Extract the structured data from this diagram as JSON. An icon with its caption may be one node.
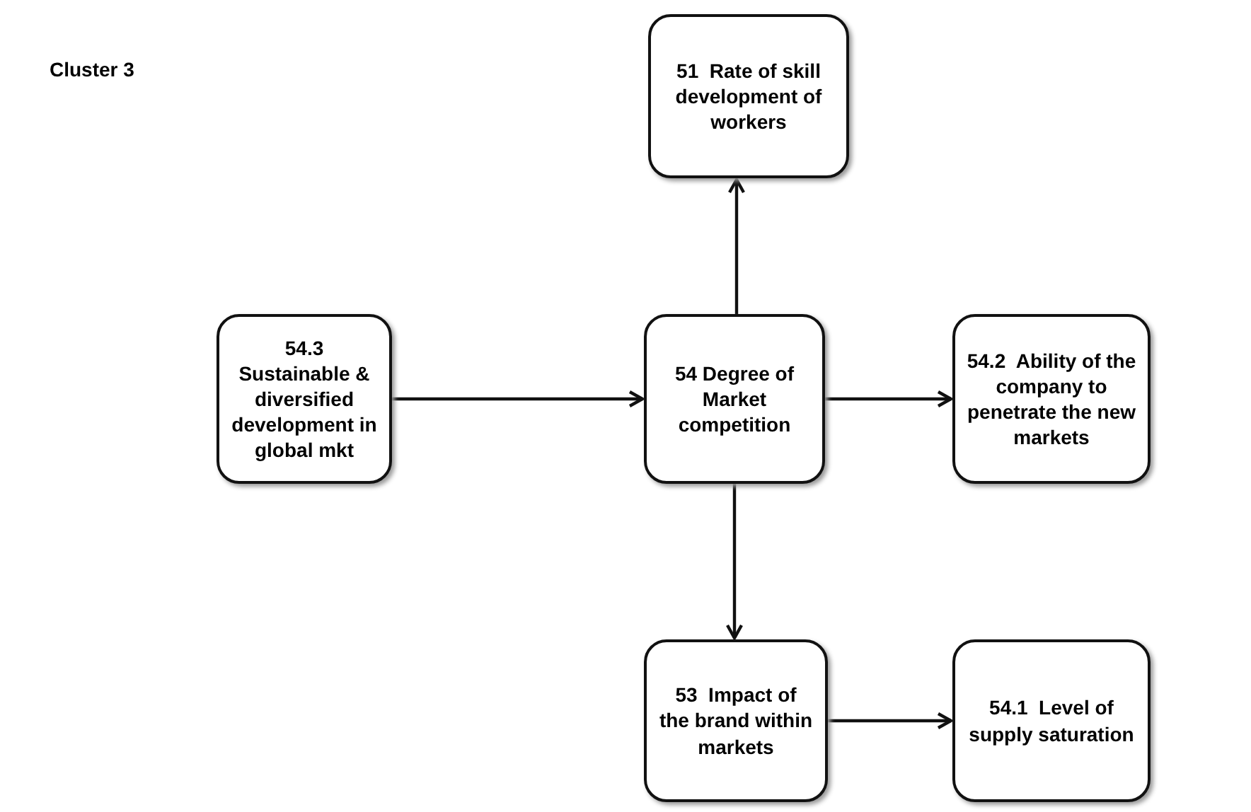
{
  "diagram": {
    "title": "Cluster 3",
    "nodes": [
      {
        "text": [
          "51  Rate of skill development of workers"
        ]
      },
      {
        "text": [
          "54.3 Sustainable & diversified development in global mkt"
        ]
      },
      {
        "text": [
          "54 Degree of Market competition"
        ]
      },
      {
        "text": [
          "54.2  Ability of the company to penetrate the new markets"
        ]
      },
      {
        "text": [
          "53  Impact of the brand within markets"
        ]
      },
      {
        "text": [
          "54.1  Level of supply saturation"
        ]
      }
    ],
    "edges": [
      {
        "from": 1,
        "to": 2,
        "arrow": "to"
      },
      {
        "from": 2,
        "to": 0,
        "arrow": "to"
      },
      {
        "from": 2,
        "to": 3,
        "arrow": "to"
      },
      {
        "from": 2,
        "to": 4,
        "arrow": "to"
      },
      {
        "from": 4,
        "to": 5,
        "arrow": "to"
      }
    ]
  }
}
